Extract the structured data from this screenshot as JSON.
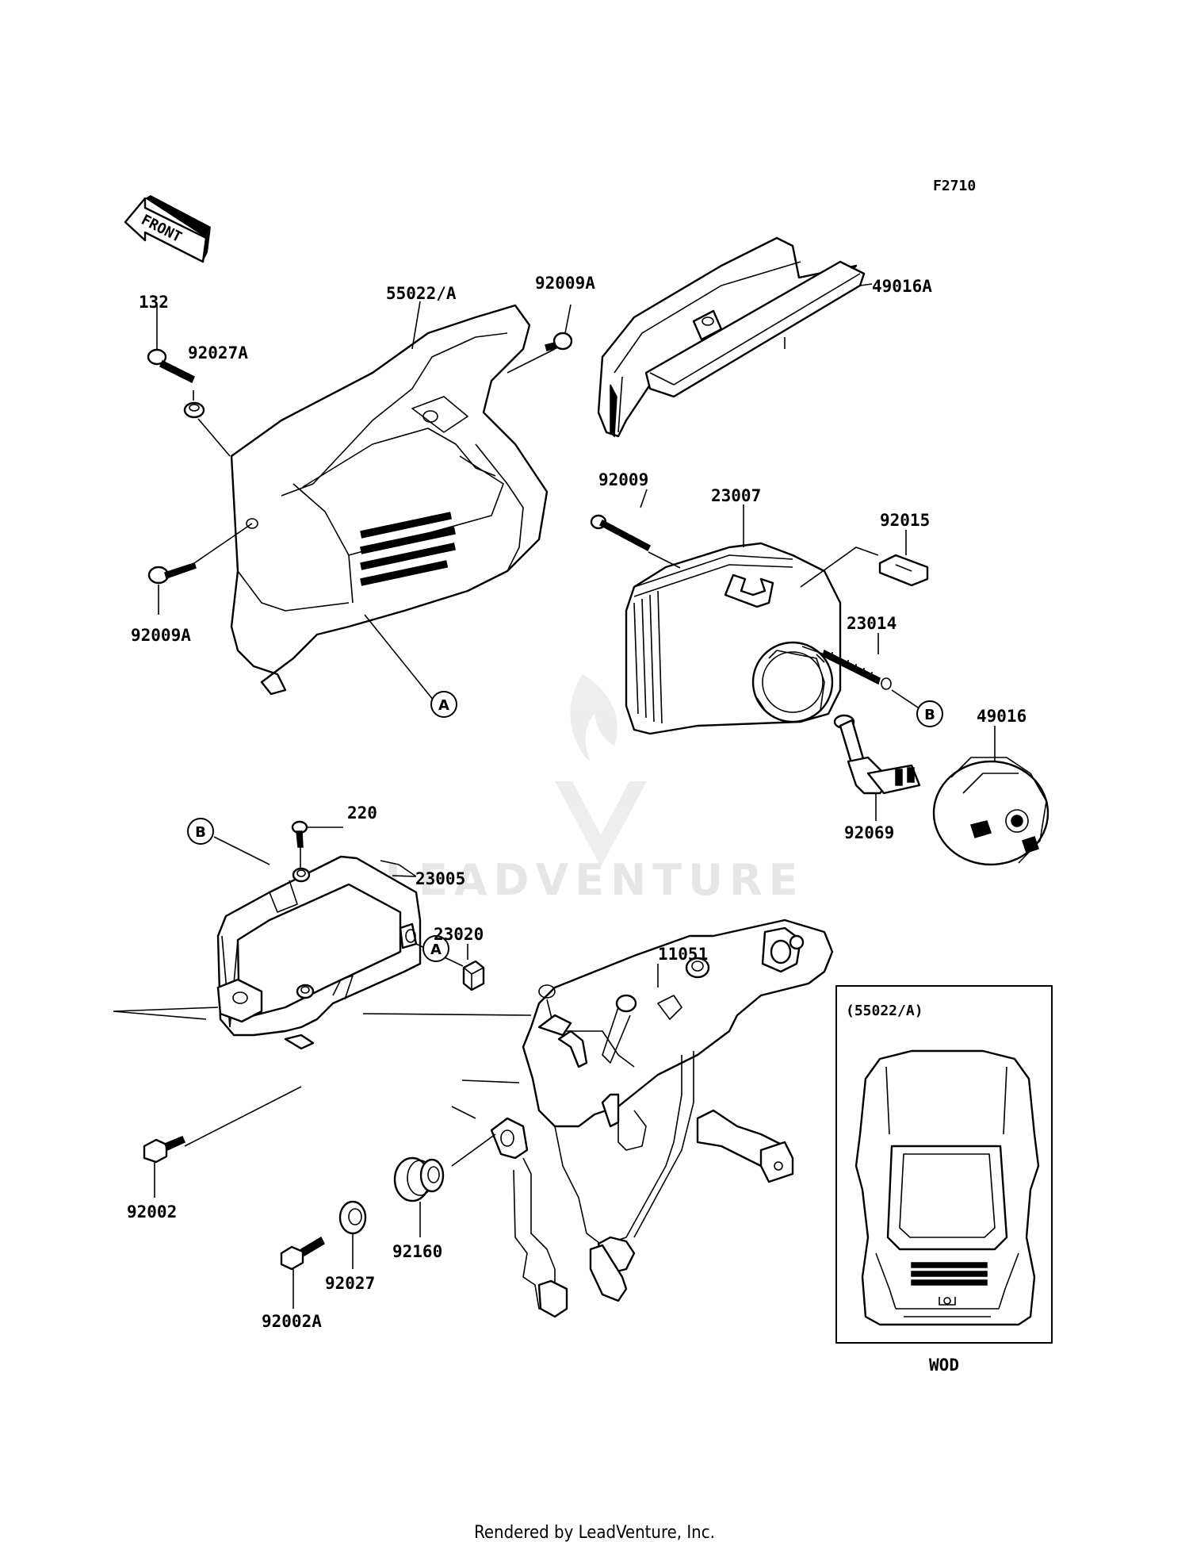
{
  "diagram_code": "F2710",
  "front_label": "FRONT",
  "parts": {
    "p55022A": "55022/A",
    "p92009A_top": "92009A",
    "p49016A": "49016A",
    "p132": "132",
    "p92027A": "92027A",
    "p92009A_left": "92009A",
    "p92009": "92009",
    "p23007": "23007",
    "p92015": "92015",
    "p23014": "23014",
    "p49016": "49016",
    "p92069": "92069",
    "p220": "220",
    "p23005": "23005",
    "p23020": "23020",
    "p11051": "11051",
    "p92002": "92002",
    "p92027": "92027",
    "p92160": "92160",
    "p92002A": "92002A"
  },
  "refs": {
    "a1": "A",
    "a2": "A",
    "b1": "B",
    "b2": "B"
  },
  "inset": {
    "title": "(55022/A)",
    "caption": "WOD"
  },
  "watermark": "LEADVENTURE",
  "footer": "Rendered by LeadVenture, Inc."
}
